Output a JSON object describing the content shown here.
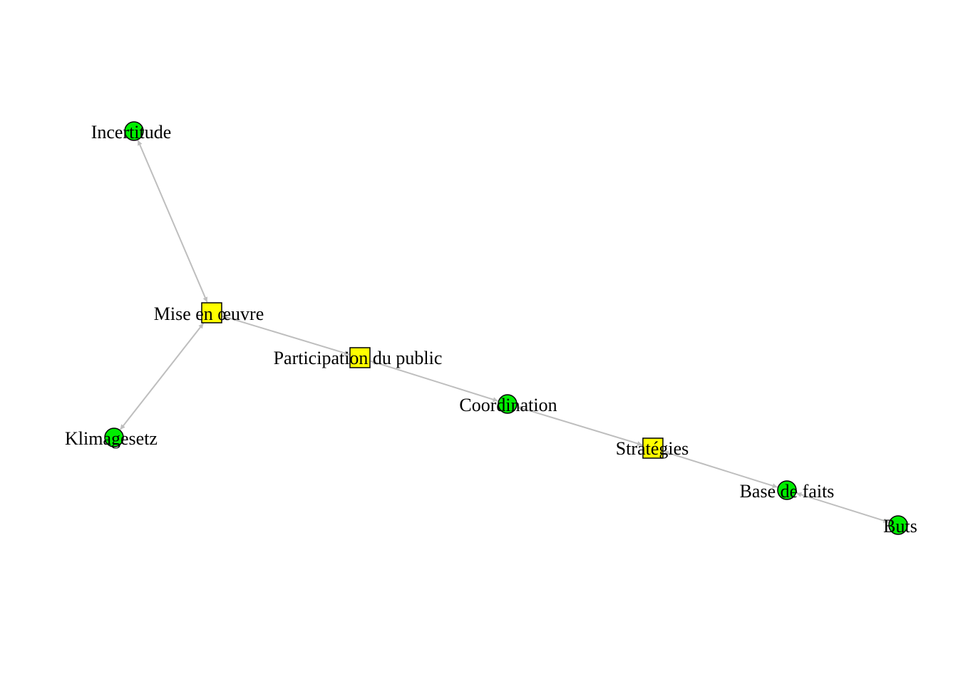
{
  "colors": {
    "circle_node": "#00ee00",
    "square_node": "#ffff00",
    "node_border": "#000000",
    "edge": "#bebebe",
    "background": "#ffffff"
  },
  "nodes": [
    {
      "id": "incertitude",
      "label": "Incertitude",
      "shape": "circle"
    },
    {
      "id": "mise",
      "label": "Mise en œuvre",
      "shape": "square"
    },
    {
      "id": "klima",
      "label": "Klimagesetz",
      "shape": "circle"
    },
    {
      "id": "participation",
      "label": "Participation du public",
      "shape": "square"
    },
    {
      "id": "coordination",
      "label": "Coordination",
      "shape": "circle"
    },
    {
      "id": "strategies",
      "label": "Stratégies",
      "shape": "square"
    },
    {
      "id": "base",
      "label": "Base de faits",
      "shape": "circle"
    },
    {
      "id": "buts",
      "label": "Buts",
      "shape": "circle"
    }
  ],
  "edges": [
    {
      "from": "incertitude",
      "to": "mise",
      "direction": "both"
    },
    {
      "from": "mise",
      "to": "klima",
      "direction": "both"
    },
    {
      "from": "mise",
      "to": "participation",
      "direction": "both"
    },
    {
      "from": "participation",
      "to": "coordination",
      "direction": "both"
    },
    {
      "from": "coordination",
      "to": "strategies",
      "direction": "both"
    },
    {
      "from": "strategies",
      "to": "base",
      "direction": "both"
    },
    {
      "from": "base",
      "to": "buts",
      "direction": "both"
    }
  ]
}
